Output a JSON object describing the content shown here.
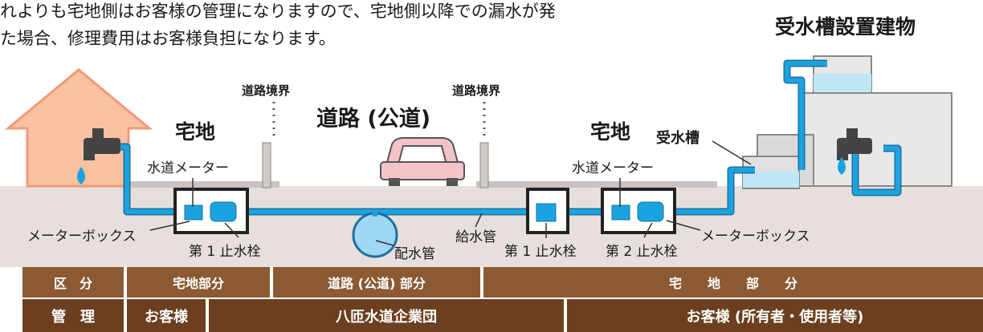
{
  "intro": {
    "line1": "れよりも宅地側はお客様の管理になりますので、宅地側以降での漏水が発",
    "line2": "た場合、修理費用はお客様負担になります。"
  },
  "labels": {
    "building_title": "受水槽設置建物",
    "road_boundary_left": "道路境界",
    "road_boundary_right": "道路境界",
    "road": "道路 (公道)",
    "residence_left": "宅地",
    "residence_right": "宅地",
    "receiving_tank": "受水槽",
    "meter_left": "水道メーター",
    "meter_right": "水道メーター",
    "meter_box_left": "メーターボックス",
    "meter_box_right": "メーターボックス",
    "stop_valve1_left": "第 1 止水栓",
    "stop_valve1_right": "第 1 止水栓",
    "stop_valve2": "第 2 止水栓",
    "distribution_pipe": "配水管",
    "service_pipe": "給水管"
  },
  "table": {
    "row1": [
      "区　分",
      "宅地部分",
      "道路 (公道) 部分",
      "宅　　地　　部　　分"
    ],
    "row2": [
      "管　理",
      "お客様",
      "八匝水道企業団",
      "お客様 (所有者・使用者等)"
    ]
  },
  "colors": {
    "pipe": "#1aa3e0",
    "water": "#bfe6f7",
    "house": "#f8c1a1",
    "car": "#f3c3c8",
    "ground": "#e6dfdb",
    "table_row1": "#8b5a33",
    "table_row2": "#6b3f1f"
  }
}
